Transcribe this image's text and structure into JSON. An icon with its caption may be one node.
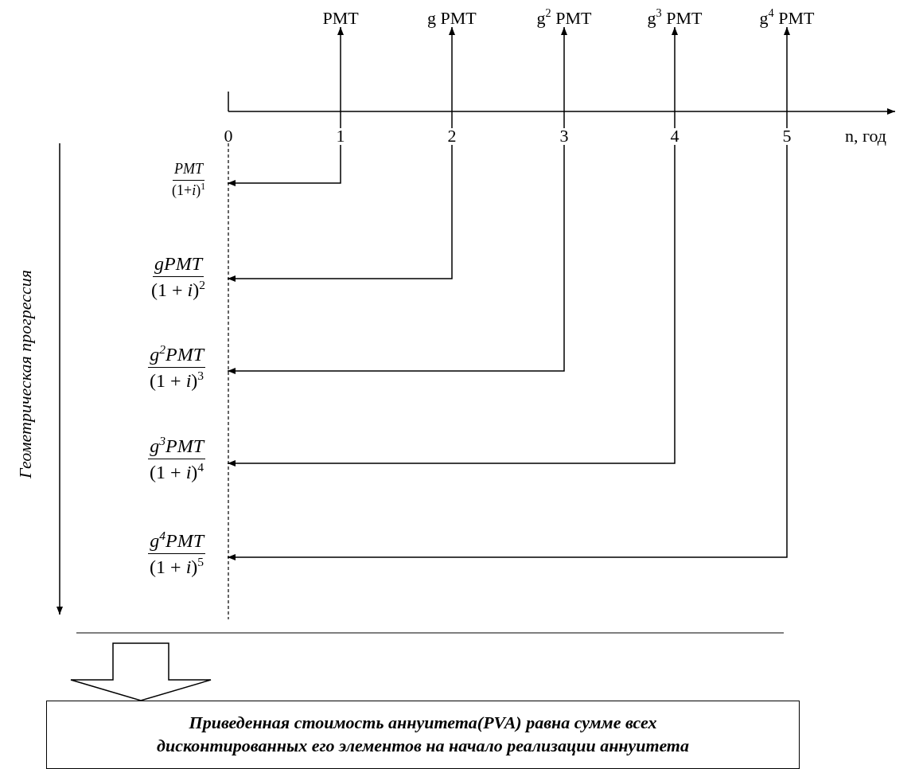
{
  "diagram": {
    "nodes": [
      {
        "text": [
          "PMT"
        ]
      },
      {
        "text": [
          "g PMT"
        ]
      },
      {
        "text": [
          "g$^{2}$ PMT"
        ]
      },
      {
        "text": [
          "g$^{3}$ PMT"
        ]
      },
      {
        "text": [
          "g$^{4}$ PMT"
        ]
      },
      {
        "text": [
          "1"
        ]
      },
      {
        "text": [
          "2"
        ]
      },
      {
        "text": [
          "3"
        ]
      },
      {
        "text": [
          "4"
        ]
      },
      {
        "text": [
          "5"
        ]
      },
      {
        "text": [
          "PMT",
          "(1+*i*)$^{1}$"
        ]
      },
      {
        "text": [
          "gPMT",
          "(1 + *i*)$^{2}$"
        ]
      },
      {
        "text": [
          "g$^{2}$PMT",
          "(1 + *i*)$^{3}$"
        ]
      },
      {
        "text": [
          "g$^{3}$PMT",
          "(1 + *i*)$^{4}$"
        ]
      },
      {
        "text": [
          "g$^{4}$PMT",
          "(1 + *i*)$^{5}$"
        ]
      },
      {
        "text": [
          "Приведенная стоимость аннуитета(PVA) равна сумме всех дисконтированных его элементов на начало реализации аннуитета"
        ]
      }
    ],
    "edges": [
      {
        "from": 5,
        "to": 0,
        "arrow": "to"
      },
      {
        "from": 6,
        "to": 1,
        "arrow": "to"
      },
      {
        "from": 7,
        "to": 2,
        "arrow": "to"
      },
      {
        "from": 8,
        "to": 3,
        "arrow": "to"
      },
      {
        "from": 9,
        "to": 4,
        "arrow": "to"
      },
      {
        "from": 5,
        "to": 10,
        "arrow": "to"
      },
      {
        "from": 6,
        "to": 11,
        "arrow": "to"
      },
      {
        "from": 7,
        "to": 12,
        "arrow": "to"
      },
      {
        "from": 8,
        "to": 13,
        "arrow": "to"
      },
      {
        "from": 9,
        "to": 14,
        "arrow": "to"
      },
      {
        "from": null,
        "to": 15,
        "arrow": "to"
      }
    ],
    "labels": [
      "0",
      "n, год",
      "Геометрическая прогрессия"
    ]
  }
}
